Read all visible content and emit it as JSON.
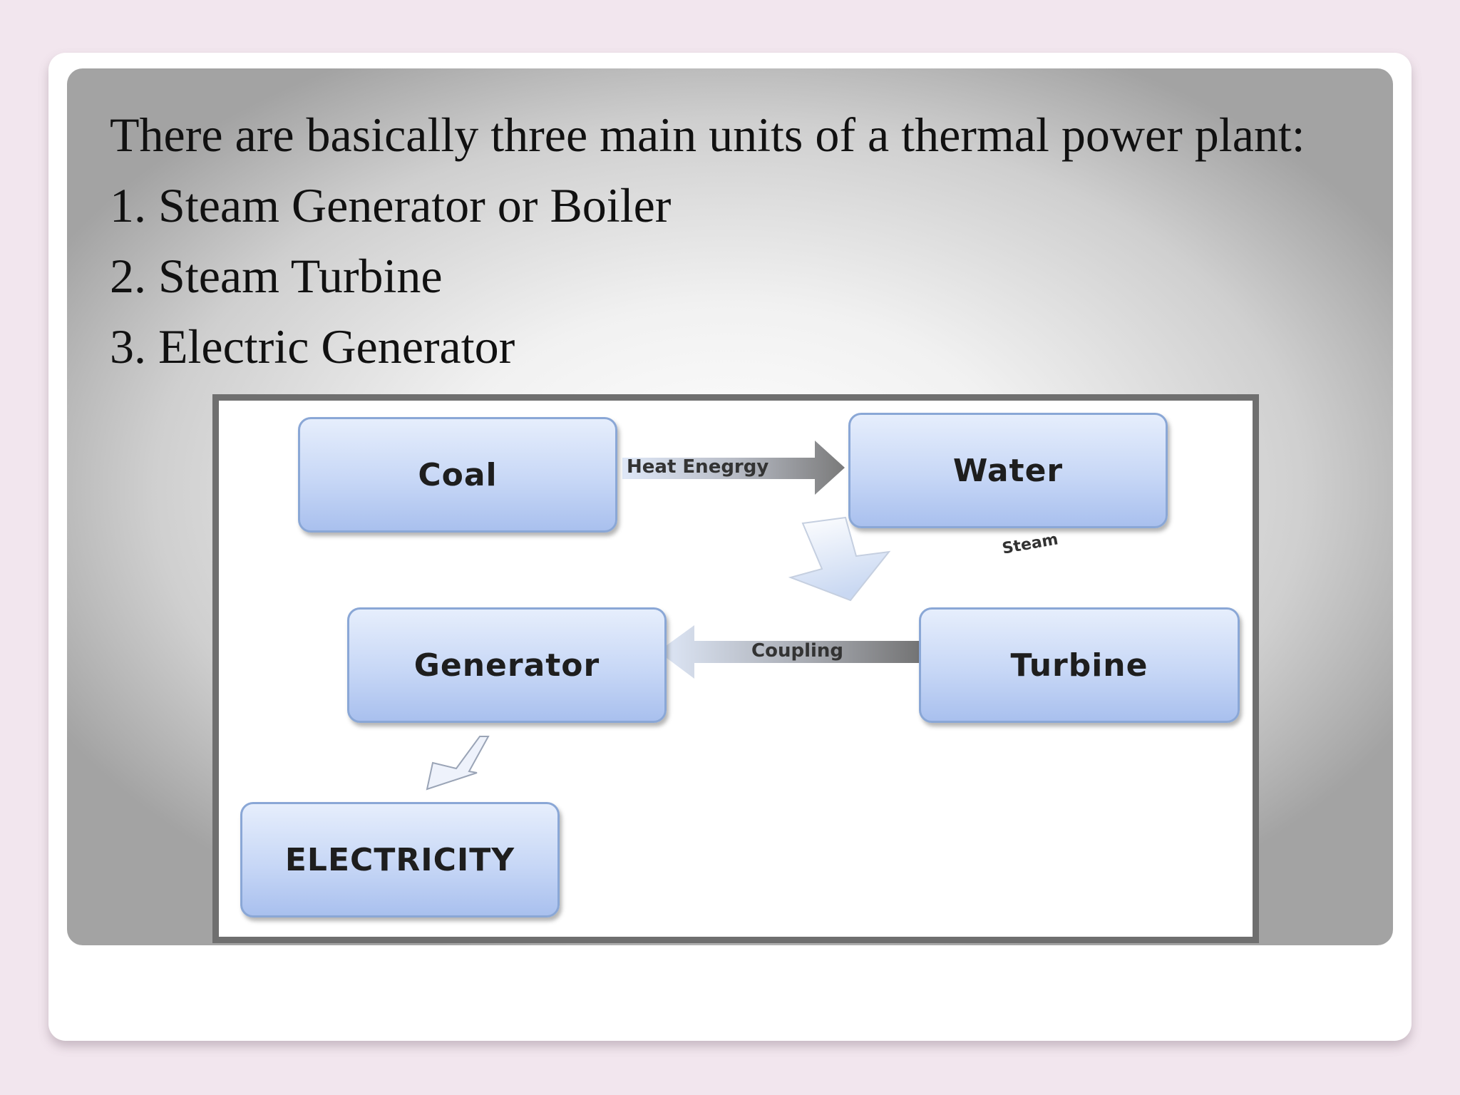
{
  "slide": {
    "intro": "There are basically three main units of a thermal power plant:",
    "items": [
      "1. Steam Generator or Boiler",
      "2. Steam Turbine",
      "3. Electric Generator"
    ]
  },
  "diagram": {
    "nodes": {
      "coal": "Coal",
      "water": "Water",
      "turbine": "Turbine",
      "generator": "Generator",
      "electricity": "ELECTRICITY"
    },
    "edges": {
      "coal_to_water": "Heat Enegrgy",
      "water_to_turbine": "Steam",
      "turbine_to_generator": "Coupling"
    }
  }
}
